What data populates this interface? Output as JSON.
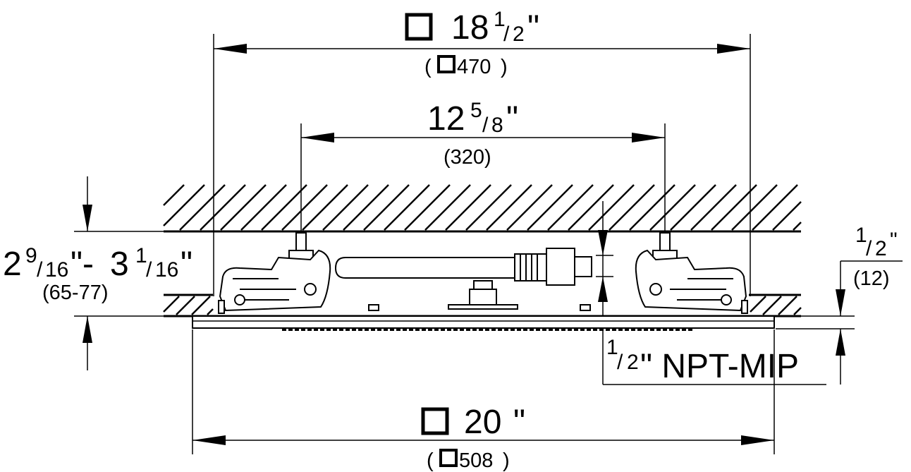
{
  "dimensions": {
    "outer_plate": {
      "square_symbol": "□",
      "inch_whole": "18",
      "inch_num": "1",
      "inch_den": "2",
      "inch_mark": "\"",
      "mm_open": "(",
      "mm_value": "470",
      "mm_close": ")"
    },
    "bracket_spacing": {
      "inch_whole": "12",
      "inch_num": "5",
      "inch_den": "8",
      "inch_mark": "\"",
      "mm": "(320)"
    },
    "ceiling_depth": {
      "a_whole": "2",
      "a_num": "9",
      "a_den": "16",
      "mark_dash": "\"-",
      "b_whole": "3",
      "b_num": "1",
      "b_den": "16",
      "b_mark": "\"",
      "mm": "(65-77)"
    },
    "inlet_offset": {
      "num": "1",
      "den": "2",
      "mark": "\"",
      "mm": "(12)"
    },
    "connection": {
      "num": "1",
      "den": "2",
      "text": "\" NPT-MIP"
    },
    "shower_head": {
      "square_symbol": "□",
      "inch": "20",
      "inch_mark": "\"",
      "mm_open": "(",
      "mm_value": "508",
      "mm_close": ")"
    }
  }
}
